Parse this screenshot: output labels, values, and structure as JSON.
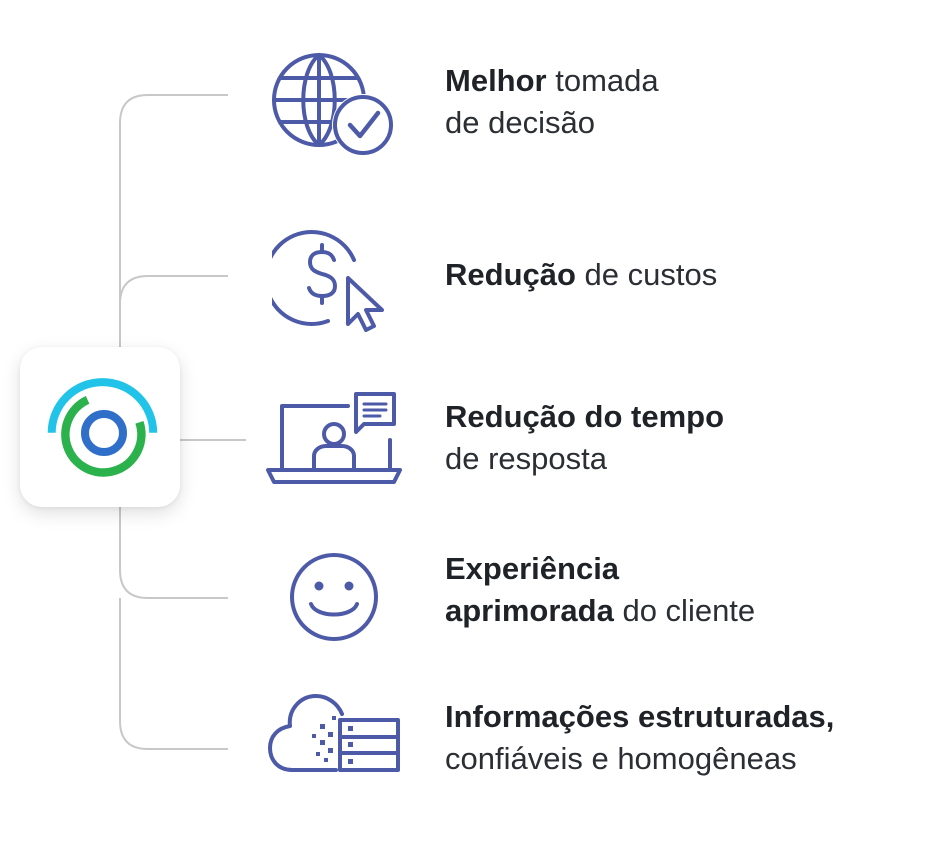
{
  "colors": {
    "icon": "#4d5aa8",
    "connector": "#c8c8c8",
    "logo_cyan": "#22c3e8",
    "logo_green": "#2bb24c",
    "logo_blue": "#2f6fc9",
    "text": "#1f2227"
  },
  "items": [
    {
      "icon": "globe-check-icon",
      "bold1": "Melhor",
      "rest1": " tomada",
      "bold2": "",
      "rest2": "de decisão"
    },
    {
      "icon": "dollar-cursor-icon",
      "bold1": "Redução",
      "rest1": " de custos",
      "bold2": "",
      "rest2": ""
    },
    {
      "icon": "laptop-chat-icon",
      "bold1": "Redução do tempo",
      "rest1": "",
      "bold2": "",
      "rest2": "de resposta"
    },
    {
      "icon": "smiley-icon",
      "bold1": "Experiência",
      "rest1": "",
      "bold2": "aprimorada",
      "rest2": " do cliente"
    },
    {
      "icon": "cloud-server-icon",
      "bold1": "Informações estruturadas,",
      "rest1": "",
      "bold2": "",
      "rest2": "confiáveis e homogêneas"
    }
  ]
}
